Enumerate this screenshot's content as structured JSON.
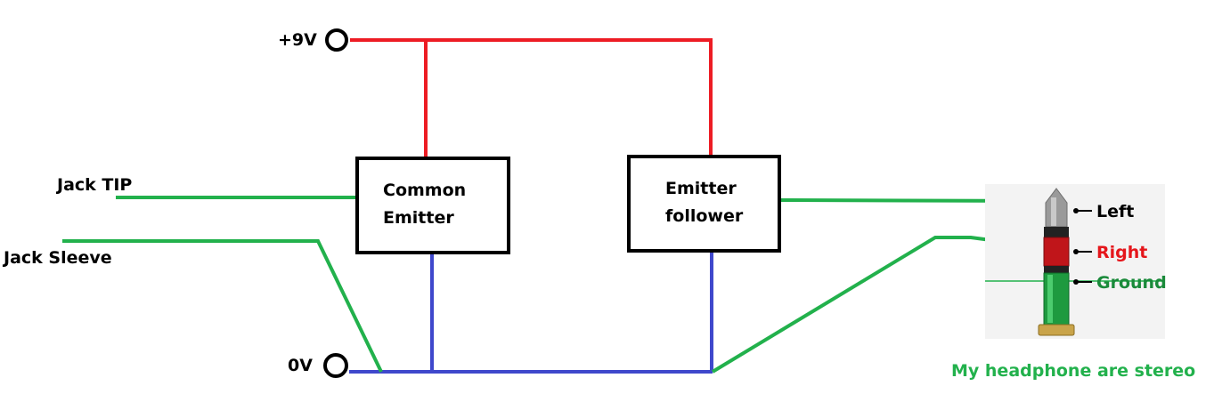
{
  "colors": {
    "supply": "#ed1c24",
    "ground": "#3f48cc",
    "signal": "#22b14c",
    "box_border": "#000000",
    "right_label": "#e5161b",
    "ground_label": "#1a8a3a",
    "caption": "#22b14c"
  },
  "terminals": {
    "supply": "+9V",
    "ground": "0V"
  },
  "inputs": {
    "tip": "Jack TIP",
    "sleeve": "Jack Sleeve"
  },
  "blocks": {
    "common_emitter": {
      "line1": "Common",
      "line2": "Emitter"
    },
    "emitter_follower": {
      "line1": "Emitter",
      "line2": "follower"
    }
  },
  "headphone_jack": {
    "left": "Left",
    "right": "Right",
    "ground": "Ground"
  },
  "caption": "My headphone are stereo"
}
